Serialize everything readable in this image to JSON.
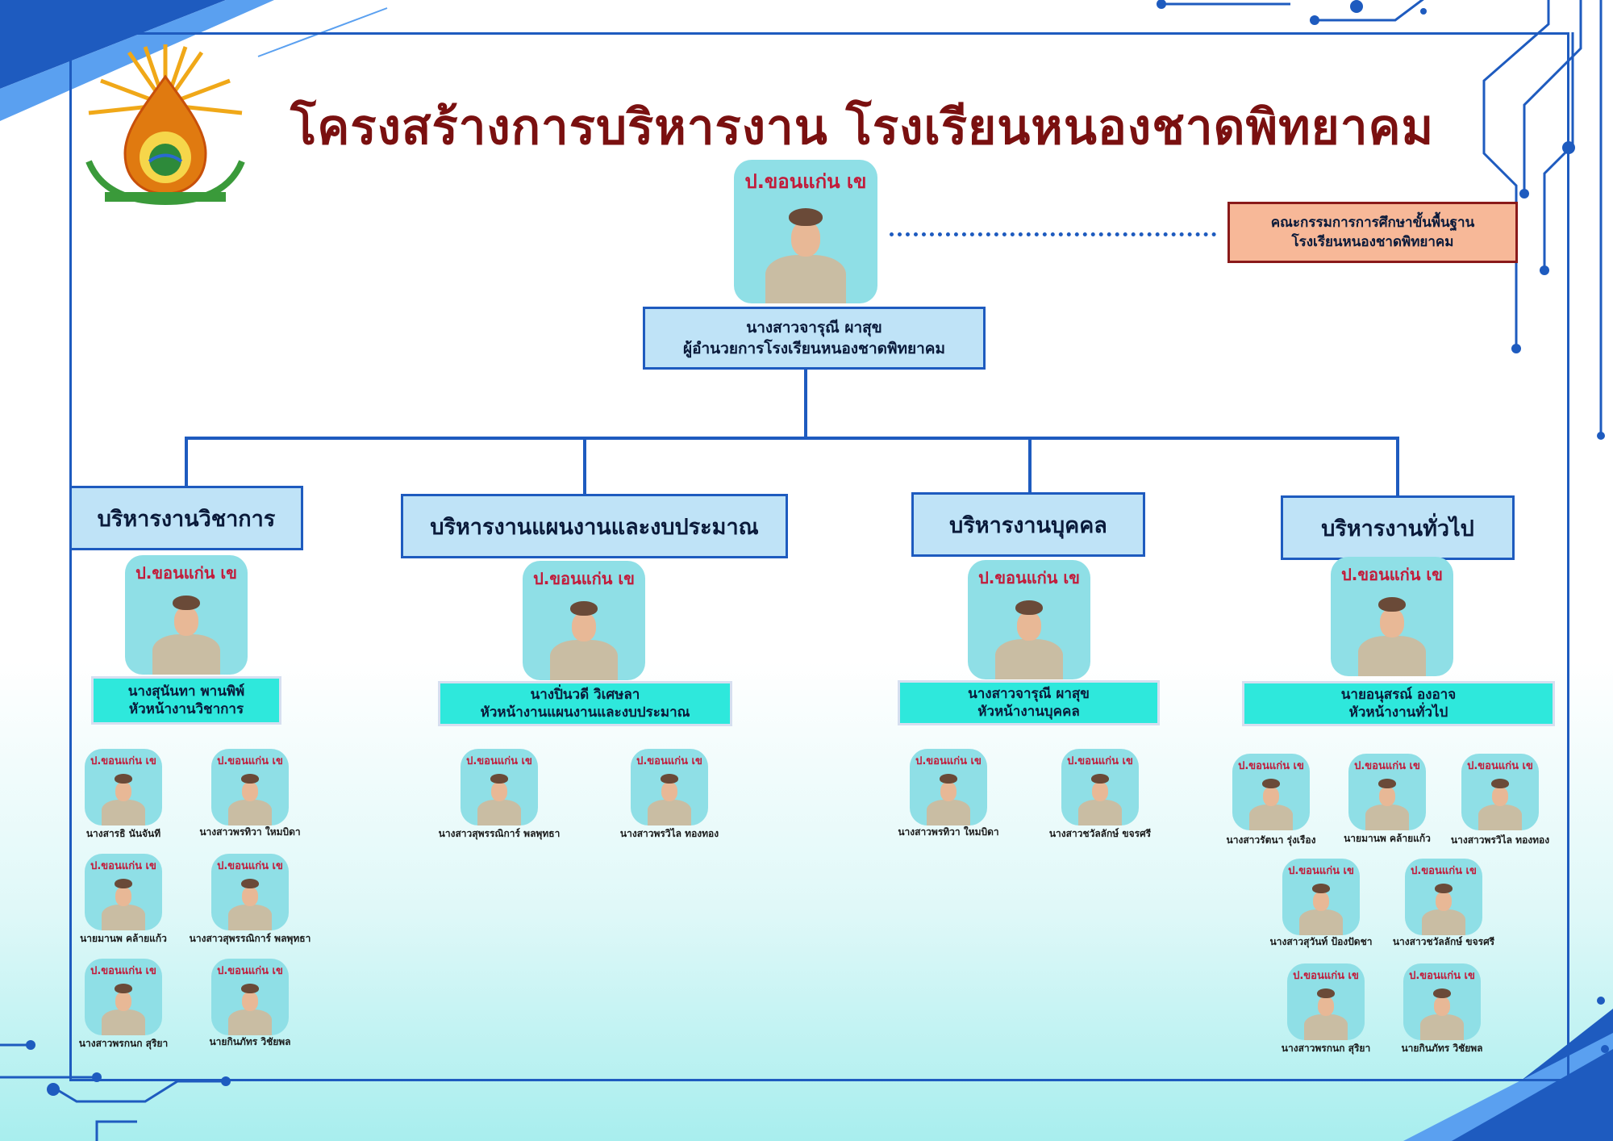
{
  "title": "โครงสร้างการบริหารงาน โรงเรียนหนองชาดพิทยาคม",
  "colors": {
    "frame": "#1e5bbf",
    "title": "#7a1010",
    "dept_fill": "#bfe3f7",
    "head_fill": "#2ee8dc",
    "board_fill": "#f7b898",
    "photo_bg": "#8fdfe6",
    "banner": "#c21b3a"
  },
  "photo_banner": "ป.ขอนแก่น เข",
  "director": {
    "name": "นางสาวจารุณี ผาสุข",
    "position": "ผู้อำนวยการโรงเรียนหนองชาดพิทยาคม"
  },
  "board": {
    "line1": "คณะกรรมการการศึกษาขั้นพื้นฐาน",
    "line2": "โรงเรียนหนองชาดพิทยาคม"
  },
  "departments": [
    {
      "name": "บริหารงานวิชาการ",
      "head": "นางสุนันทา พานพิพ์",
      "head_role": "หัวหน้างานวิชาการ",
      "members": [
        "นางสารธิ นันจันที",
        "นางสาวพรทิวา ใหมบิดา",
        "นายมานพ คล้ายแก้ว",
        "นางสาวสุพรรณิการ์ พลพุทธา",
        "นางสาวพรกนก สุริยา",
        "นายกินภัทร วิชัยพล"
      ]
    },
    {
      "name": "บริหารงานแผนงานและงบประมาณ",
      "head": "นางปิ่นวดี วิเศษลา",
      "head_role": "หัวหน้างานแผนงานและงบประมาณ",
      "members": [
        "นางสาวสุพรรณิการ์ พลพุทธา",
        "นางสาวพรวิไล ทองทอง"
      ]
    },
    {
      "name": "บริหารงานบุคคล",
      "head": "นางสาวจารุณี ผาสุข",
      "head_role": "หัวหน้างานบุคคล",
      "members": [
        "นางสาวพรทิวา ใหมบิดา",
        "นางสาวชวัลลักษ์ ขจรศรี"
      ]
    },
    {
      "name": "บริหารงานทั่วไป",
      "head": "นายอนุสรณ์ องอาจ",
      "head_role": "หัวหน้างานทั่วไป",
      "members": [
        "นางสาวรัตนา รุ่งเรือง",
        "นายมานพ คล้ายแก้ว",
        "นางสาวพรวิไล ทองทอง",
        "นางสาวสุวันท์ ป้องปัดชา",
        "นางสาวชวัลลักษ์ ขจรศรี",
        "นางสาวพรกนก สุริยา",
        "นายกินภัทร วิชัยพล"
      ]
    }
  ]
}
